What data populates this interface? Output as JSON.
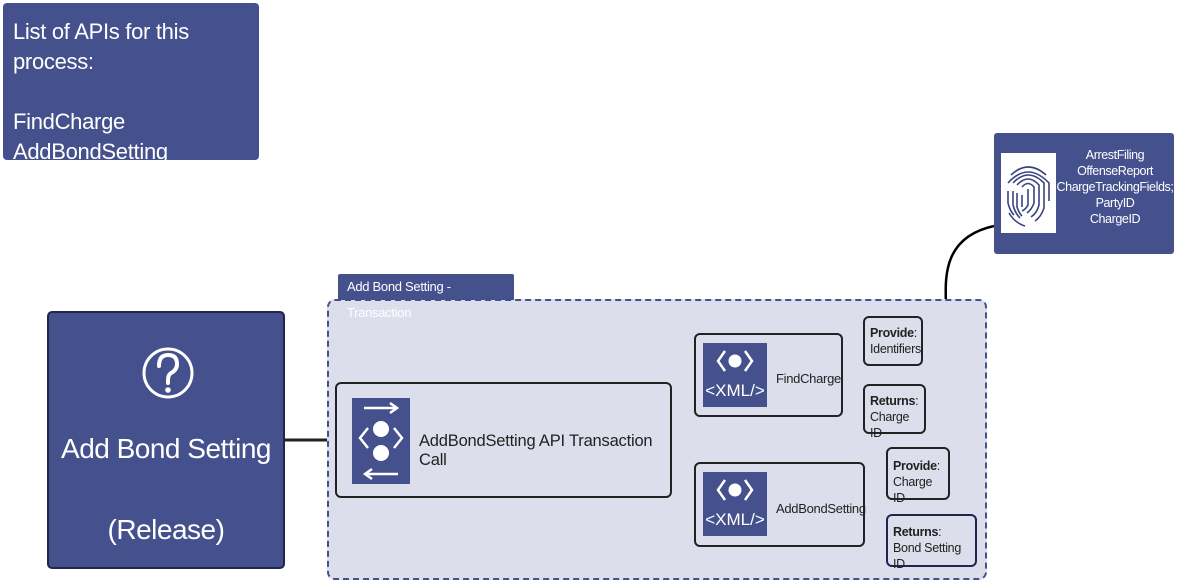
{
  "api_list": {
    "title": "List of APIs for this process:",
    "items": [
      "FindCharge",
      "AddBondSetting"
    ]
  },
  "data_source": {
    "icon": "fingerprint-icon",
    "lines": [
      "ArrestFiling",
      "OffenseReport",
      "ChargeTrackingFields;",
      "PartyID",
      "ChargeID"
    ]
  },
  "operation": {
    "icon": "question-mark-icon",
    "name": "Add Bond Setting",
    "status": "(Release)"
  },
  "transaction": {
    "tab_label": "Add Bond Setting - Transaction",
    "call_label": "AddBondSetting API Transaction Call",
    "call_icon": "transaction-exchange-icon"
  },
  "apis": [
    {
      "name": "FindCharge",
      "icon": "xml-icon",
      "icon_text": "<XML/>",
      "provide_label": "Provide",
      "provide_value": "Identifiers",
      "returns_label": "Returns",
      "returns_value": "Charge ID"
    },
    {
      "name": "AddBondSetting",
      "icon": "xml-icon",
      "icon_text": "<XML/>",
      "provide_label": "Provide",
      "provide_value": "Charge ID",
      "returns_label": "Returns",
      "returns_value": "Bond Setting ID"
    }
  ],
  "colors": {
    "primary": "#45518d",
    "container_fill": "#dcdfeb",
    "outline": "#222222"
  }
}
